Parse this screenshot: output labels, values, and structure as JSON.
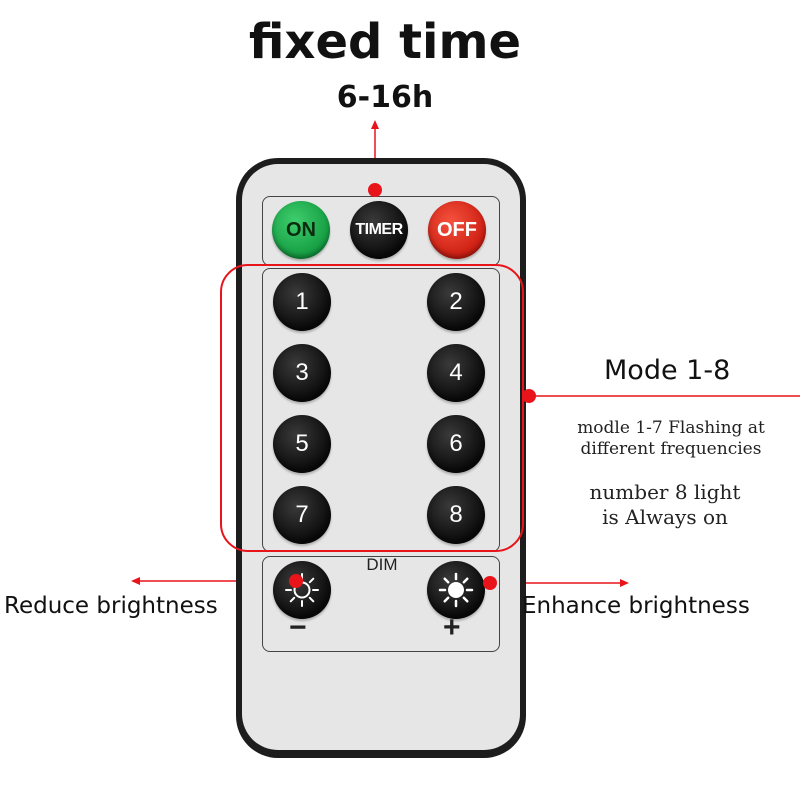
{
  "header": {
    "title": "fixed time",
    "subtitle": "6-16h"
  },
  "remote": {
    "top_buttons": {
      "on": "ON",
      "timer": "TIMER",
      "off": "OFF"
    },
    "mode_buttons": [
      "1",
      "2",
      "3",
      "4",
      "5",
      "6",
      "7",
      "8"
    ],
    "dim": {
      "label": "DIM",
      "minus": "−",
      "plus": "+"
    }
  },
  "annotations": {
    "mode_title": "Mode 1-8",
    "mode_desc_line1": "modle 1-7 Flashing at",
    "mode_desc_line2": "different frequencies",
    "mode8_line1": "number 8 light",
    "mode8_line2": "is Always on",
    "reduce": "Reduce brightness",
    "enhance": "Enhance brightness"
  },
  "colors": {
    "accent_red": "#e8141a",
    "on_green": "#149c41",
    "off_red": "#cc1e12",
    "remote_body": "#1d1d1d",
    "remote_face": "#e6e6e6"
  },
  "icons": {
    "brightness_down": "sun-outline-icon",
    "brightness_up": "sun-filled-icon"
  }
}
